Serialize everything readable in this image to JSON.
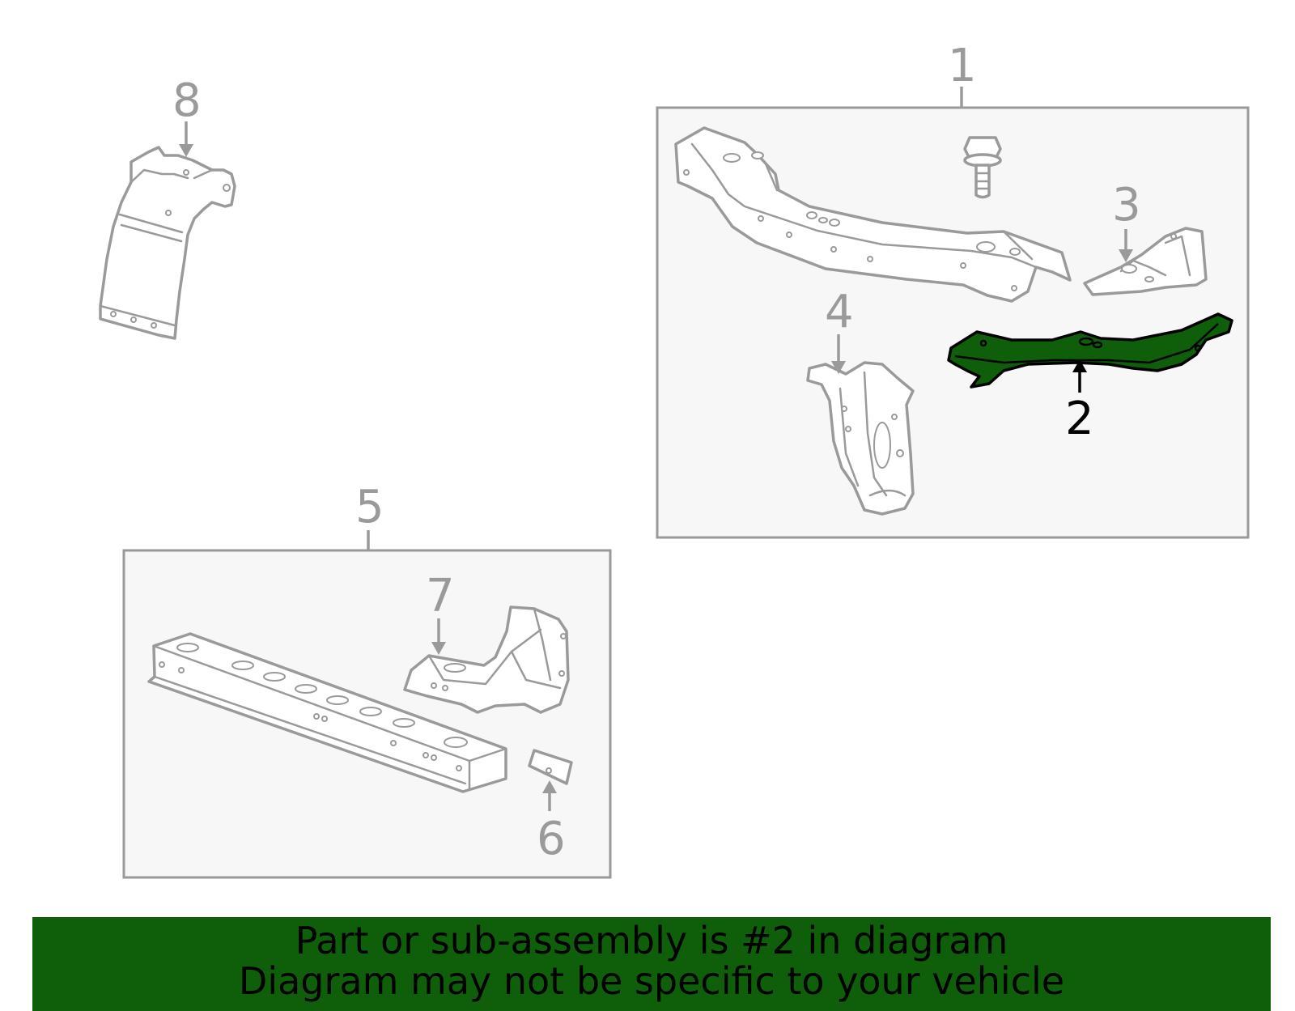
{
  "callouts": {
    "c1": "1",
    "c2": "2",
    "c3": "3",
    "c4": "4",
    "c5": "5",
    "c6": "6",
    "c7": "7",
    "c8": "8"
  },
  "highlighted_part": "2",
  "banner": {
    "line1": "Part or sub-assembly is #2 in diagram",
    "line2": "Diagram may not be specific to your vehicle"
  },
  "colors": {
    "highlight": "#0f5e0a",
    "outline": "#9a9a9a",
    "group_box_fill": "#f7f7f7"
  }
}
